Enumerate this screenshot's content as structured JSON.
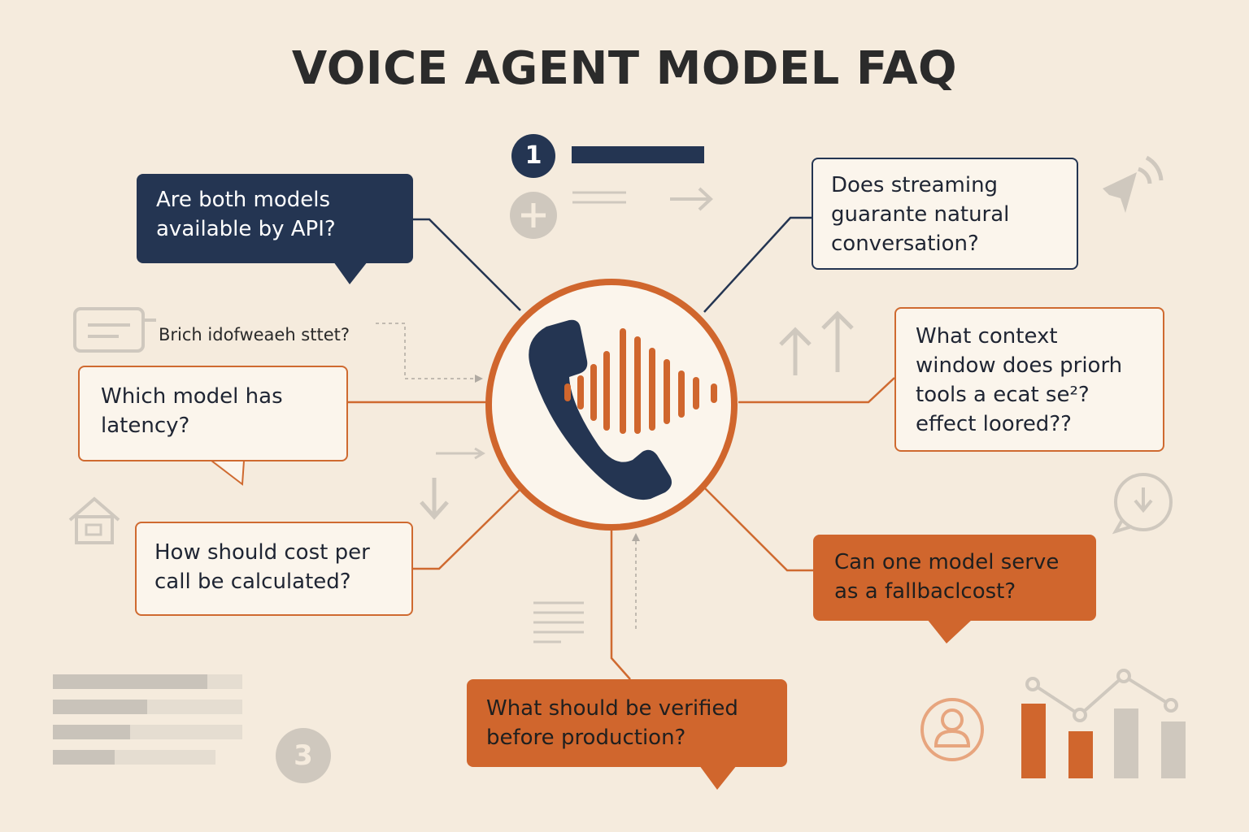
{
  "title": "VOICE AGENT MODEL FAQ",
  "step_badges": {
    "one": "1",
    "three": "3"
  },
  "questions": {
    "api_availability": "Are both models\navailable by API?",
    "streaming": "Does streaming\nguarante natural\nconversation?",
    "side_note": "Brich idofweaeh sttet?",
    "latency": "Which model has\nlatency?",
    "context_window": "What context\nwindow does priorh\ntools a ecat se²?\neffect loored??",
    "cost_per_call": "How should cost per\ncall be calculated?",
    "fallback": "Can one model serve\nas a fallbaclcost?",
    "verification": "What should be verified\nbefore production?"
  },
  "colors": {
    "background": "#f5ebdd",
    "navy": "#243552",
    "orange": "#d0662d",
    "grey": "#cfc8be"
  },
  "icons": {
    "center": "phone-soundwave-icon",
    "top_right": "signal-arrow-icon",
    "left_chat": "chat-window-icon",
    "home": "house-icon",
    "download": "download-chat-icon",
    "user": "user-circle-icon",
    "chart": "bar-line-chart-icon"
  }
}
